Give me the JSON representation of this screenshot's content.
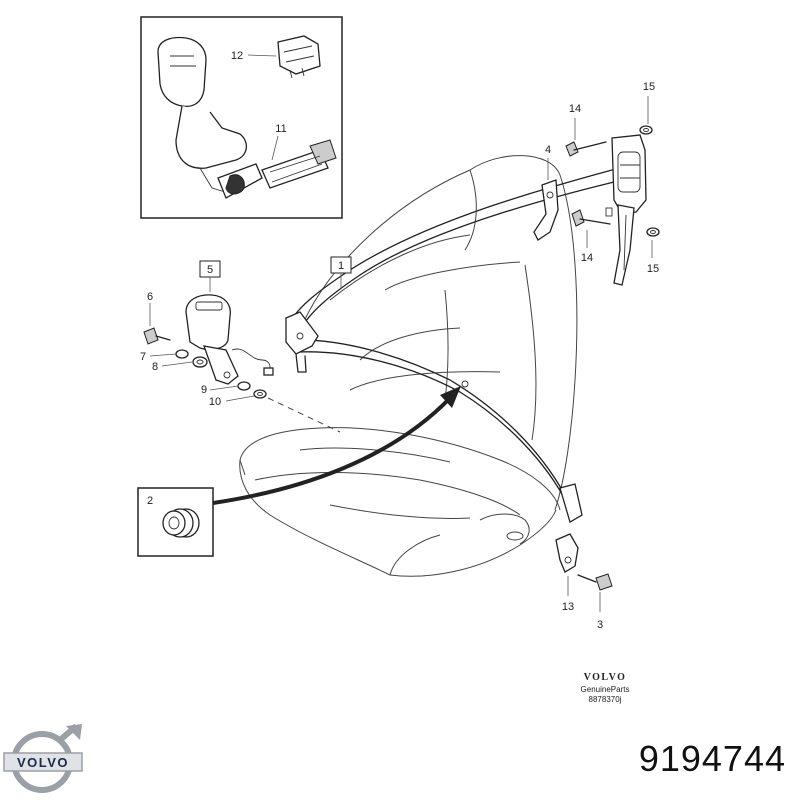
{
  "callouts": [
    {
      "id": "c1",
      "text": "1"
    },
    {
      "id": "c2",
      "text": "2"
    },
    {
      "id": "c3",
      "text": "3"
    },
    {
      "id": "c4",
      "text": "4"
    },
    {
      "id": "c5",
      "text": "5"
    },
    {
      "id": "c6",
      "text": "6"
    },
    {
      "id": "c7",
      "text": "7"
    },
    {
      "id": "c8",
      "text": "8"
    },
    {
      "id": "c9",
      "text": "9"
    },
    {
      "id": "c10",
      "text": "10"
    },
    {
      "id": "c11",
      "text": "11"
    },
    {
      "id": "c12",
      "text": "12"
    },
    {
      "id": "c13",
      "text": "13"
    },
    {
      "id": "c14a",
      "text": "14"
    },
    {
      "id": "c14b",
      "text": "14"
    },
    {
      "id": "c15a",
      "text": "15"
    },
    {
      "id": "c15b",
      "text": "15"
    }
  ],
  "brand_block": {
    "logo_word": "VOLVO",
    "line1": "GenuineParts",
    "line2": "8878370j"
  },
  "logo": {
    "word": "VOLVO",
    "color": "#1a2a4a"
  },
  "part_number": "9194744"
}
